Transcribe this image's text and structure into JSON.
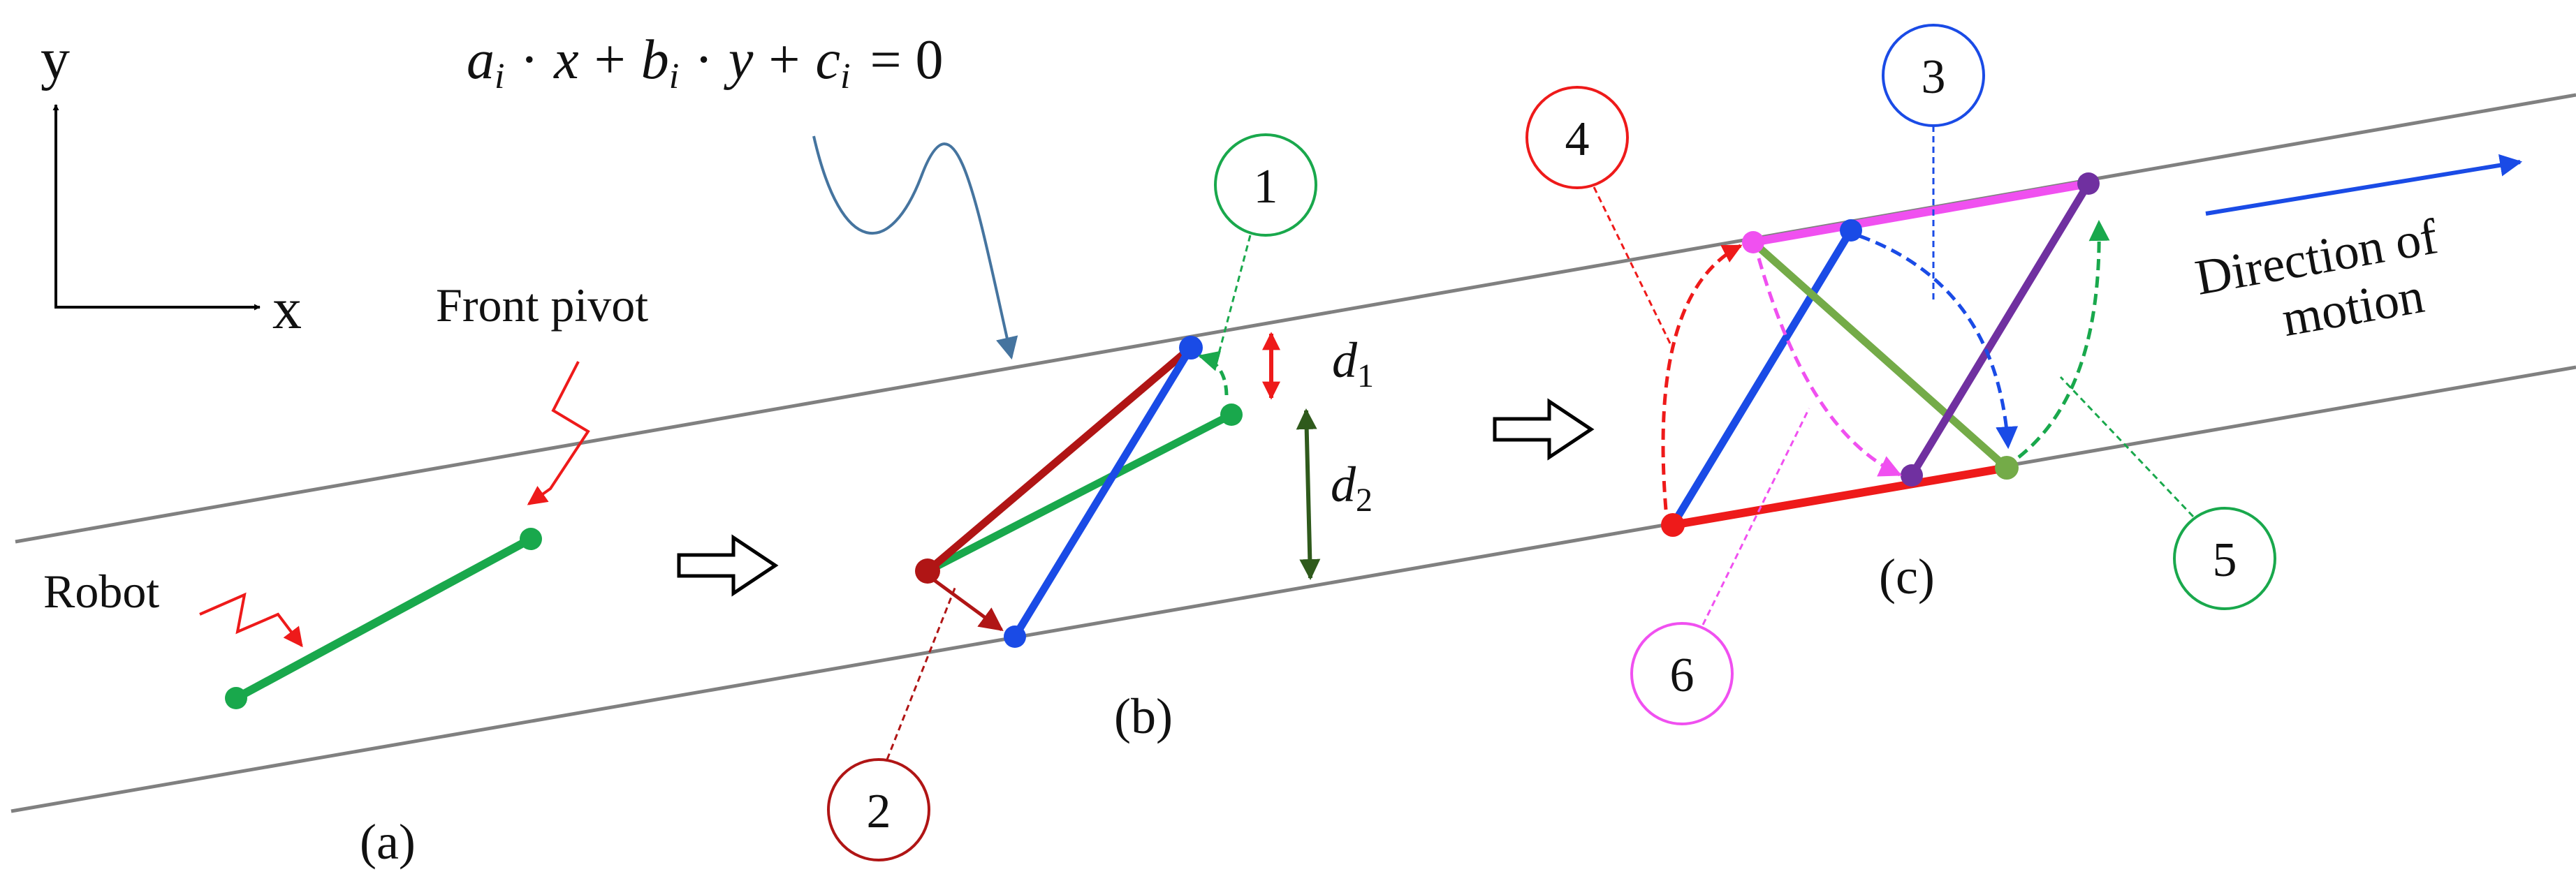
{
  "axes": {
    "y_label": "y",
    "x_label": "x"
  },
  "equation": {
    "a": "a",
    "b": "b",
    "c": "c",
    "i": "i",
    "dot1": "·",
    "x": "x",
    "plus1": "+",
    "dot2": "·",
    "y": "y",
    "plus2": "+",
    "eq": "= 0"
  },
  "labels": {
    "front_pivot": "Front pivot",
    "robot": "Robot",
    "panel_a": "(a)",
    "panel_b": "(b)",
    "panel_c": "(c)",
    "direction_line1": "Direction of",
    "direction_line2": "motion"
  },
  "distances": {
    "d1_letter": "d",
    "d1_sub": "1",
    "d2_letter": "d",
    "d2_sub": "2"
  },
  "steps": [
    "1",
    "2",
    "3",
    "4",
    "5",
    "6"
  ],
  "colors": {
    "track": "#808080",
    "robot_green": "#19a84c",
    "dark_red": "#b01515",
    "blue": "#1a4be6",
    "red": "#ee1a1a",
    "magenta": "#f050f0",
    "olive_green": "#74ab48",
    "purple": "#7030a0",
    "dark_green": "#2f5a1c",
    "curve_blue": "#45749f"
  }
}
